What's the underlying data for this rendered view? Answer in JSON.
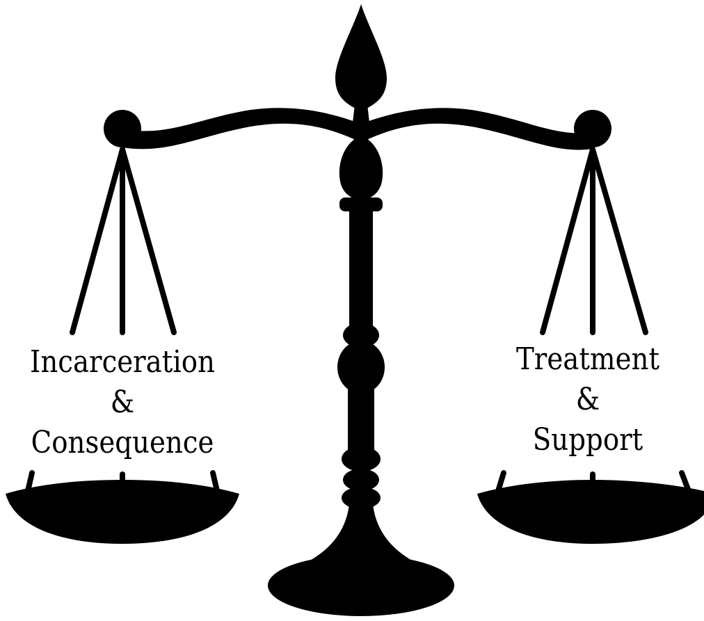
{
  "colors": {
    "background": "#ffffff",
    "scale": "#000000",
    "text": "#000000"
  },
  "left_pan": {
    "line1": "Incarceration",
    "line2": "&",
    "line3": "Consequence"
  },
  "right_pan": {
    "line1": "Treatment",
    "line2": "&",
    "line3": "Support"
  }
}
